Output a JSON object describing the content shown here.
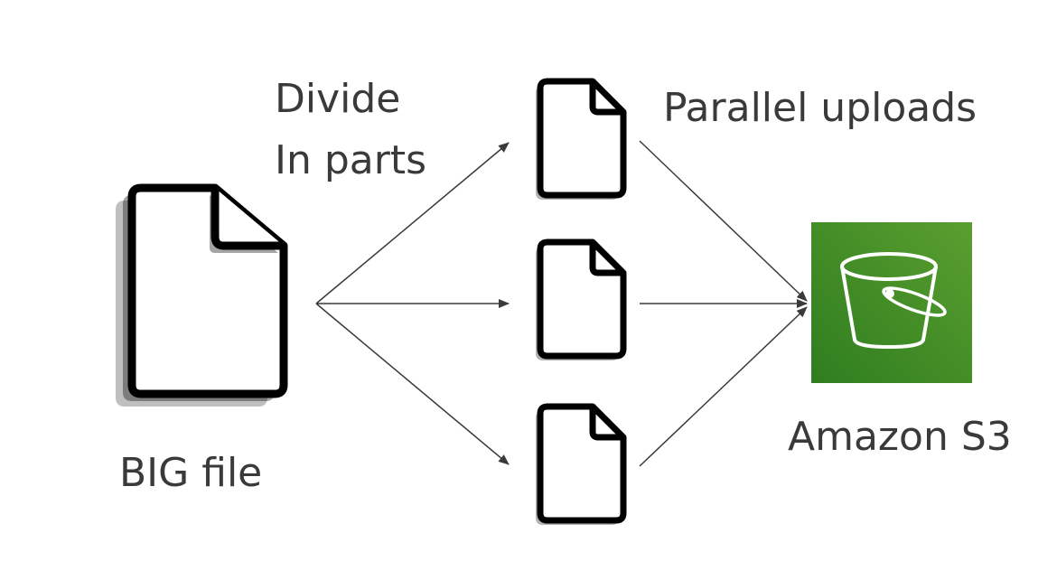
{
  "labels": {
    "divide_line1": "Divide",
    "divide_line2": "In parts",
    "parallel_uploads": "Parallel uploads",
    "big_file": "BIG file",
    "amazon_s3": "Amazon S3"
  },
  "icons": {
    "big_file": "document-icon",
    "file_parts": [
      "document-icon",
      "document-icon",
      "document-icon"
    ],
    "s3": "s3-bucket-icon"
  },
  "colors": {
    "text": "#3a3a3a",
    "arrow": "#3a3a3a",
    "s3_background_dark": "#2e7d1f",
    "s3_background_light": "#5a9e2f"
  }
}
